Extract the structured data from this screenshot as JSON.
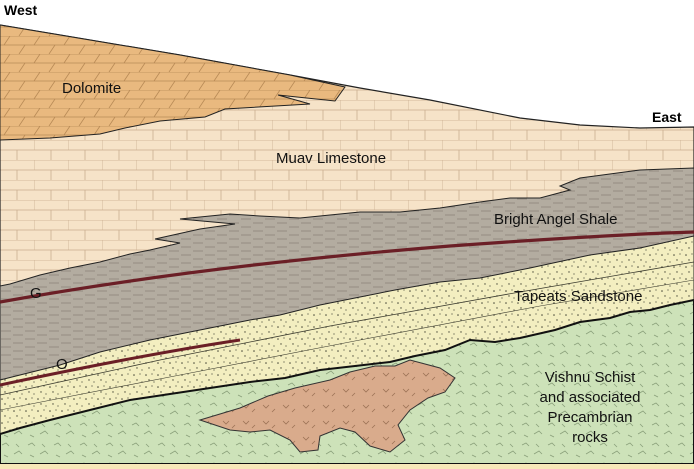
{
  "directions": {
    "west": "West",
    "east": "East"
  },
  "layers": {
    "dolomite": "Dolomite",
    "muav": "Muav Limestone",
    "bright_angel": "Bright Angel Shale",
    "tapeats": "Tapeats Sandstone",
    "vishnu": [
      "Vishnu Schist",
      "and associated",
      "Precambrian",
      "rocks"
    ]
  },
  "time_lines": {
    "g": "G",
    "o": "O"
  },
  "colors": {
    "background": "#f7e8b8",
    "dolomite": "#e9b97f",
    "limestone": "#f6e3c8",
    "shale": "#b3aca0",
    "sandstone": "#f3eec0",
    "schist": "#cde2b9",
    "granite": "#d9ab8c",
    "time_line": "#6b1f26"
  }
}
